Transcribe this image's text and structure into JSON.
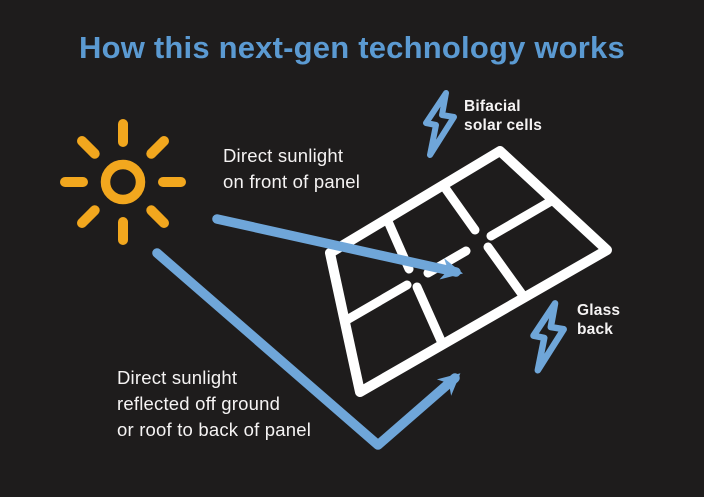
{
  "title": "How this next-gen technology works",
  "annotations": {
    "front_sunlight": {
      "line1": "Direct sunlight",
      "line2": "on front of panel"
    },
    "bifacial_cells": {
      "line1": "Bifacial",
      "line2": "solar cells"
    },
    "glass_back": {
      "line1": "Glass",
      "line2": "back"
    },
    "reflected_sunlight": {
      "line1": "Direct sunlight",
      "line2": "reflected off ground",
      "line3": "or roof to back of panel"
    }
  },
  "icons": {
    "sun": "sun-icon",
    "solar_panel": "solar-panel-drawing",
    "bolt": "lightning-bolt-icon",
    "direct_arrow": "direct-sunlight-arrow",
    "reflected_arrow": "reflected-sunlight-arrow"
  },
  "colors": {
    "background": "#1e1c1c",
    "title_blue": "#5b9ad2",
    "accent_blue": "#6fa6d9",
    "sun_yellow": "#f2a71e",
    "panel_white": "#ffffff",
    "text_white": "#f5f3f3"
  }
}
